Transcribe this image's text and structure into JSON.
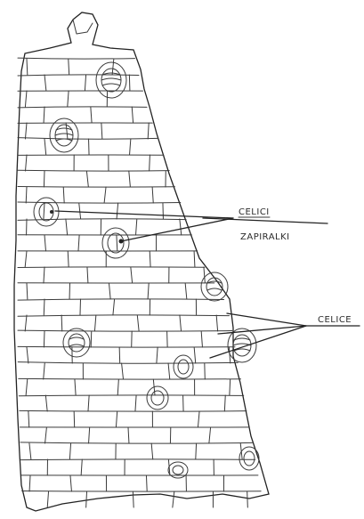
{
  "labels": {
    "guard_cells_line1": "CELICI",
    "guard_cells_line2": "ZAPIRALKI",
    "cells": "CELICE"
  },
  "colors": {
    "ink": "#3a3a3a",
    "background": "#ffffff"
  }
}
